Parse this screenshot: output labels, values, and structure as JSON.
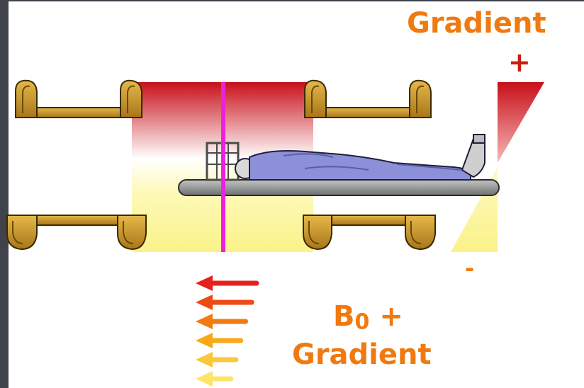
{
  "labels": {
    "gradient_title": "Gradient",
    "gradient_plus": "+",
    "gradient_minus": "-",
    "b0_symbol": "B",
    "b0_subscript": "0",
    "b0_plus": "+",
    "b0_gradient": "Gradient"
  },
  "colors": {
    "background": "#3a3d45",
    "panel": "#ffffff",
    "gradient_high": "#c8101a",
    "gradient_low": "#fbf79a",
    "slice_line": "#ee20e0",
    "coil": "#c99a2e",
    "label": "#f07a10",
    "patient": "#8c90d8",
    "table": "#8f9292"
  },
  "arrows": [
    {
      "color": "#e8201a",
      "length": 1.0
    },
    {
      "color": "#ee4a14",
      "length": 0.92
    },
    {
      "color": "#f37a12",
      "length": 0.82
    },
    {
      "color": "#f8a818",
      "length": 0.74
    },
    {
      "color": "#fbc83a",
      "length": 0.66
    },
    {
      "color": "#fde46a",
      "length": 0.58
    }
  ]
}
